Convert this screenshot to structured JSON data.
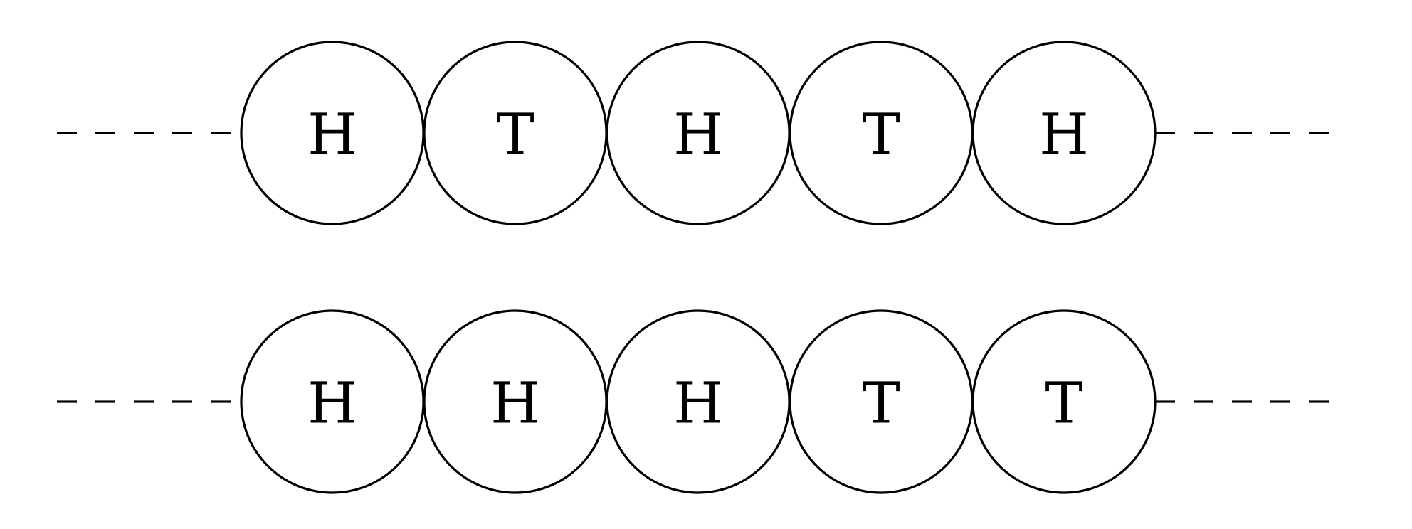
{
  "diagram": {
    "rows": [
      {
        "coins": [
          "H",
          "T",
          "H",
          "T",
          "H"
        ]
      },
      {
        "coins": [
          "H",
          "H",
          "H",
          "T",
          "T"
        ]
      }
    ],
    "line_style": "dashed",
    "stroke_color": "#000000",
    "fill_color": "#ffffff"
  }
}
